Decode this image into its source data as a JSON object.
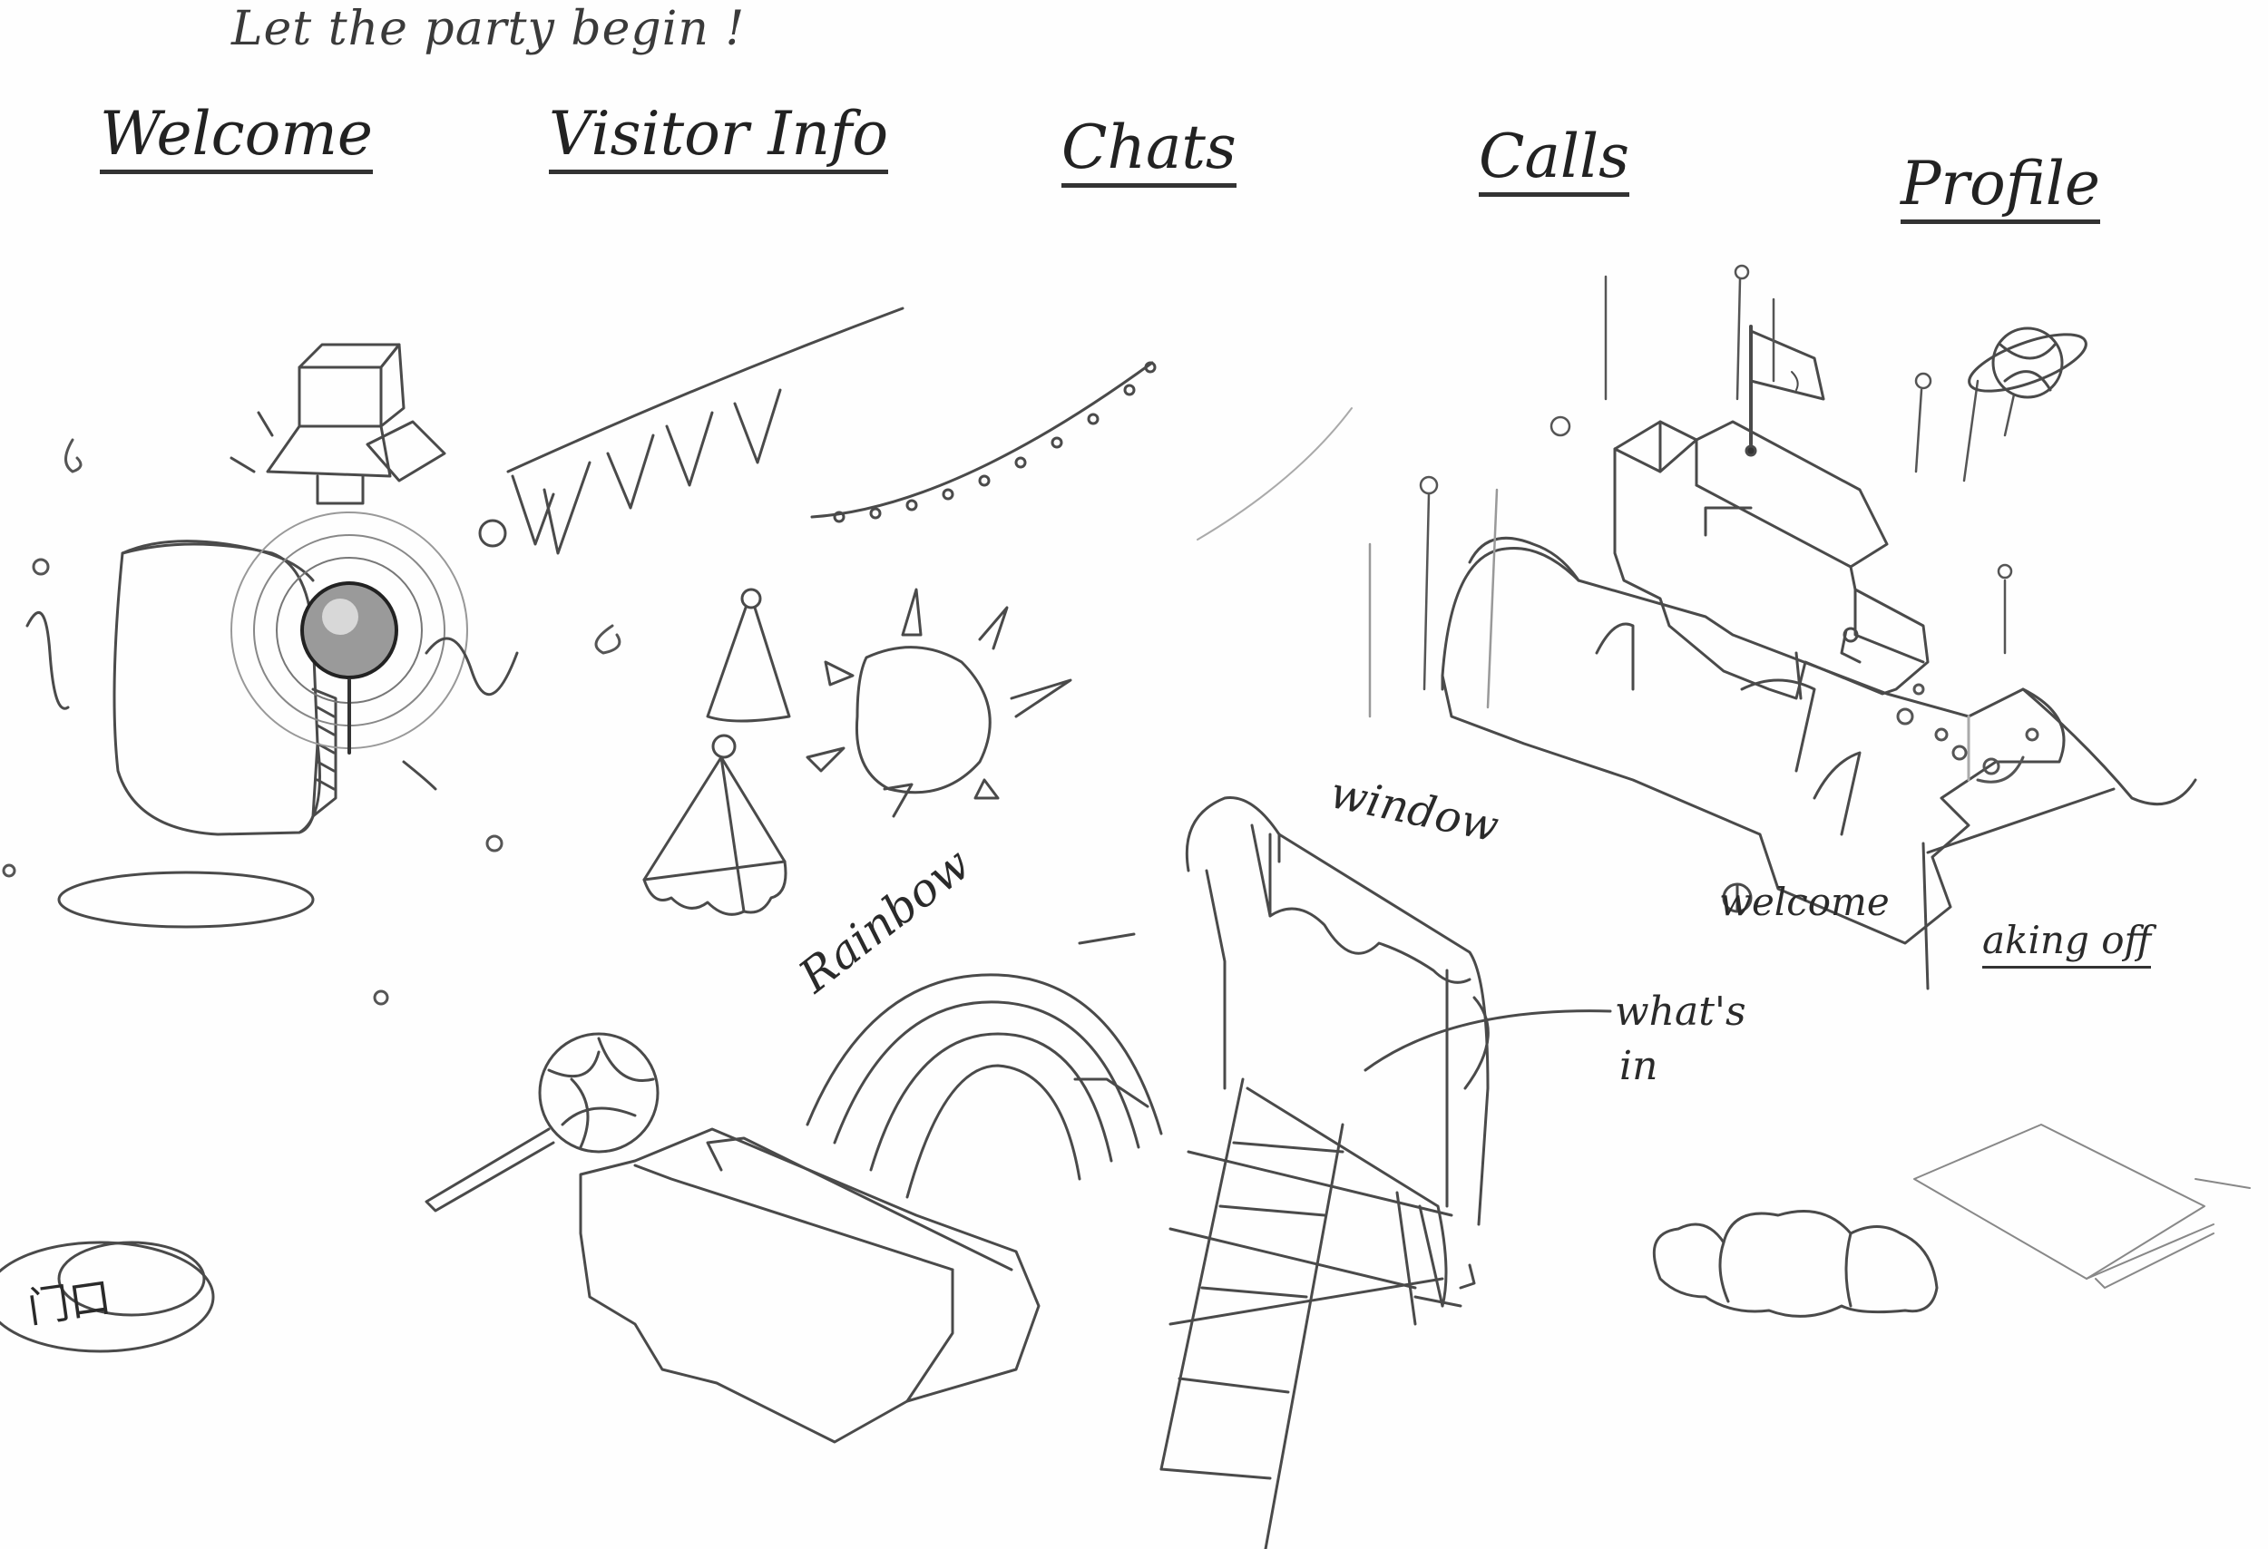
{
  "tagline": "Let the party begin !",
  "nav": [
    {
      "label": "Welcome"
    },
    {
      "label": "Visitor Info"
    },
    {
      "label": "Chats"
    },
    {
      "label": "Calls"
    },
    {
      "label": "Profile"
    }
  ],
  "sketch_labels": {
    "window": "window",
    "rainbow": "Rainbow",
    "whats": "what's",
    "in": "in",
    "welcome_sign": "welcome",
    "take_off": "aking off"
  },
  "badge_text": "门口",
  "colors": {
    "ink": "#2e2e2e",
    "paper": "#fefefe",
    "pencil": "#5a5a5a"
  }
}
